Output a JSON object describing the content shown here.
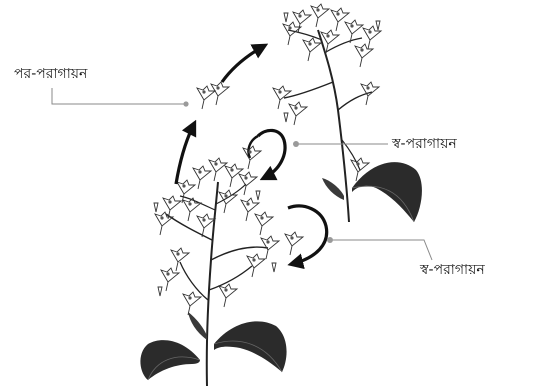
{
  "labels": {
    "cross_pollination": "পর-পরাগায়ন",
    "self_pollination_top": "স্ব-পরাগায়ন",
    "self_pollination_bottom": "স্ব-পরাগায়ন"
  },
  "colors": {
    "ink": "#1a1a1a",
    "leaf_dark": "#2b2b2b",
    "line_gray": "#8a8a8a",
    "dot_gray": "#9a9a9a"
  }
}
